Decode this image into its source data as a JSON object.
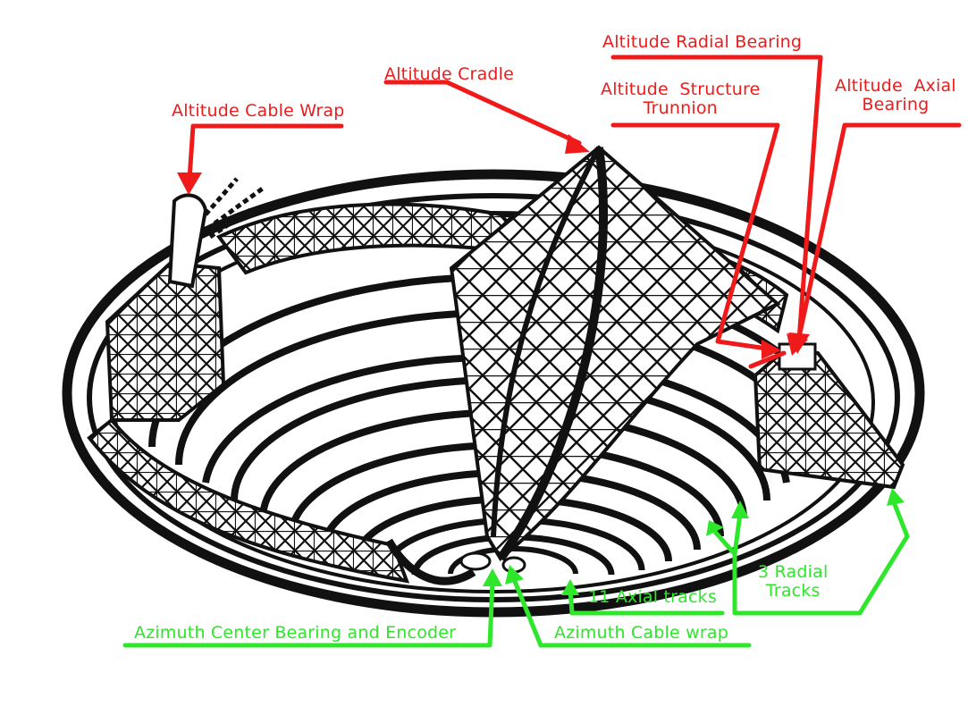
{
  "colors": {
    "structure": "#111111",
    "lattice": "#ffffff",
    "callout_altitude": "#ef1b1b",
    "callout_azimuth": "#2ee62a"
  },
  "labels": {
    "altitude_radial_bearing": "Altitude  Radial  Bearing",
    "altitude_cradle": "Altitude Cradle",
    "altitude_structure_trunnion": "Altitude  Structure\nTrunnion",
    "altitude_axial_bearing": "Altitude  Axial\nBearing",
    "altitude_cable_wrap": "Altitude Cable Wrap",
    "radial_tracks": "3 Radial\nTracks",
    "axial_tracks": "11 Axial tracks",
    "azimuth_center_bearing": "Azimuth Center Bearing and Encoder",
    "azimuth_cable_wrap": "Azimuth Cable wrap"
  }
}
